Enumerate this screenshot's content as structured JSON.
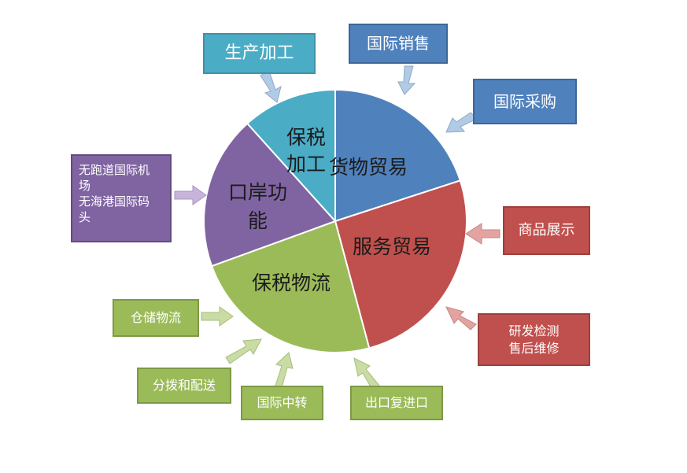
{
  "colors": {
    "trade": "#4F81BD",
    "service": "#C0504D",
    "logistics": "#9BBB59",
    "port": "#8064A2",
    "processing": "#4BACC6"
  },
  "segments": [
    {
      "key": "trade",
      "label": "货物贸易",
      "color": "#4F81BD"
    },
    {
      "key": "service",
      "label": "服务贸易",
      "color": "#C0504D"
    },
    {
      "key": "logistics",
      "label": "保税物流",
      "color": "#9BBB59"
    },
    {
      "key": "port",
      "label": "口岸功能",
      "color": "#8064A2"
    },
    {
      "key": "processing",
      "label": "保税加工",
      "color": "#4BACC6"
    }
  ],
  "labels": {
    "trade": "货物贸易",
    "service": "服务贸易",
    "logistics": "保税物流",
    "port_line1": "口岸功",
    "port_line2": "能",
    "processing_line1": "保税",
    "processing_line2": "加工"
  },
  "boxes": {
    "production": "生产加工",
    "intl_sales": "国际销售",
    "intl_purchase": "国际采购",
    "display": "商品展示",
    "testing_line1": "研发检测",
    "testing_line2": "售后维修",
    "port_line1": "无跑道国际机",
    "port_line2": "场",
    "port_line3": "无海港国际码",
    "port_line4": "头",
    "warehouse": "仓储物流",
    "distribution": "分拨和配送",
    "transit": "国际中转",
    "reimport": "出口复进口"
  }
}
